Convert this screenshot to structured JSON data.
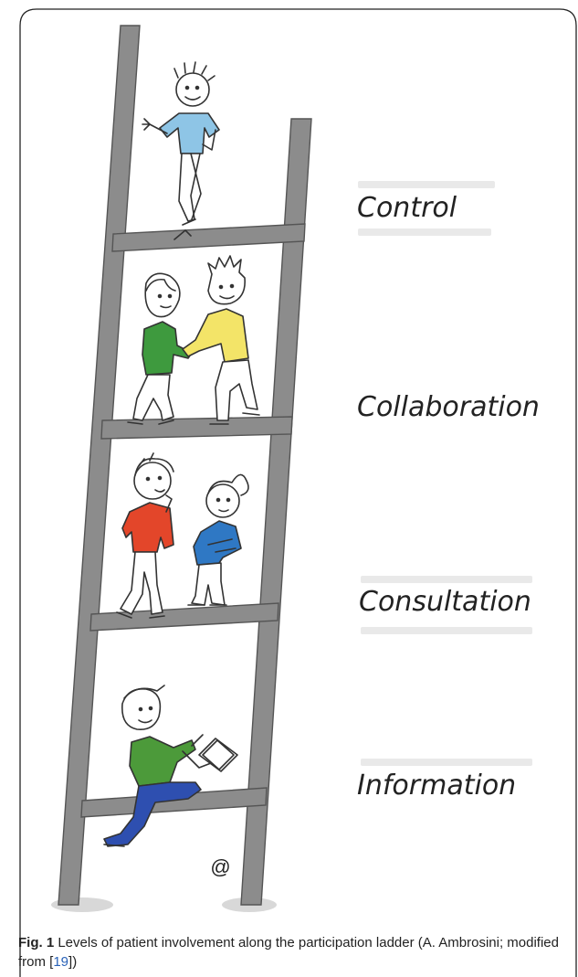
{
  "levels": [
    "Control",
    "Collaboration",
    "Consultation",
    "Information"
  ],
  "signature_mark": "@",
  "caption": {
    "label": "Fig. 1",
    "text": "Levels of patient involvement along the participation ladder (A. Ambrosini; modified from [",
    "ref": "19",
    "end": "])"
  },
  "colors": {
    "ladder": "#8c8c8c",
    "shirt_top": "#8ec5e6",
    "shirt_collab_left": "#3e9a3e",
    "shirt_collab_right": "#f3e468",
    "shirt_consult_left": "#e3462a",
    "shirt_consult_right": "#2f78c4",
    "shirt_info": "#4c9a3a",
    "pants_info": "#2e4fb0",
    "ref_link": "#2a62b8"
  }
}
